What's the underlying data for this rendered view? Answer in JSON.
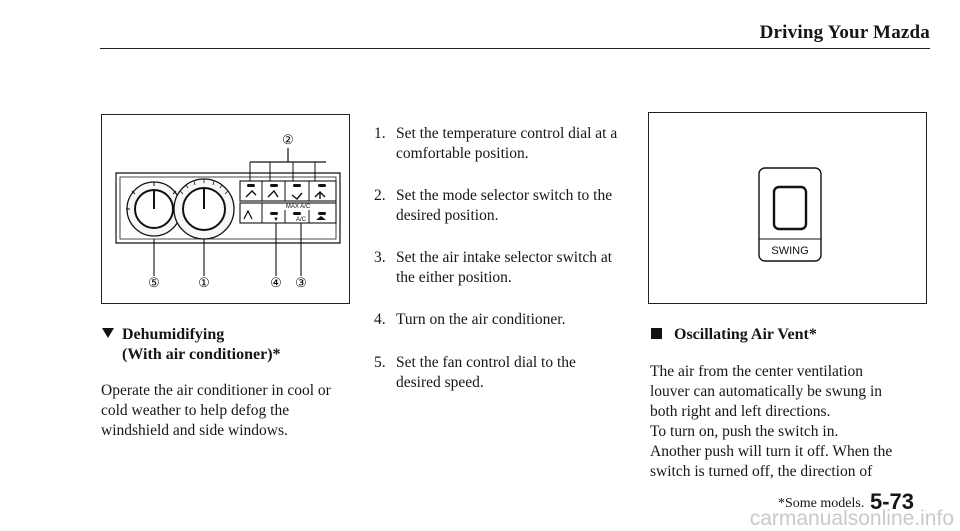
{
  "header": {
    "title": "Driving Your Mazda"
  },
  "steps": [
    {
      "num": "1.",
      "text_line1": "Set the temperature control dial at a",
      "text_line2": "comfortable position."
    },
    {
      "num": "2.",
      "text_line1": "Set the mode selector switch to the",
      "text_line2": "desired position."
    },
    {
      "num": "3.",
      "text_line1": "Set the air intake selector switch at",
      "text_line2": "the either position."
    },
    {
      "num": "4.",
      "text_line1": "Turn on the air conditioner.",
      "text_line2": ""
    },
    {
      "num": "5.",
      "text_line1": "Set the fan control dial to the",
      "text_line2": "desired speed."
    }
  ],
  "left_figure": {
    "callouts": {
      "c2": "②",
      "c5": "⑤",
      "c1": "①",
      "c4": "④",
      "c3": "③"
    },
    "panel_labels": {
      "max_ac": "MAX A/C",
      "ac": "A/C"
    }
  },
  "dehumidifying": {
    "title_line1": "Dehumidifying",
    "title_line2": "(With air conditioner)*",
    "body_line1": "Operate the air conditioner in cool or",
    "body_line2": "cold weather to help defog the",
    "body_line3": "windshield and side windows."
  },
  "right_figure": {
    "button_label": "SWING"
  },
  "oscillating": {
    "title": "Oscillating Air Vent*",
    "body_line1": "The air from the center ventilation",
    "body_line2": "louver can automatically be swung in",
    "body_line3": "both right and left directions.",
    "body_line4": "To turn on, push the switch in.",
    "body_line5": "Another push will turn it off. When the",
    "body_line6": "switch is turned off, the direction of"
  },
  "footer": {
    "note": "*Some models.",
    "page": "5-73"
  },
  "watermark": "carmanualsonline.info"
}
